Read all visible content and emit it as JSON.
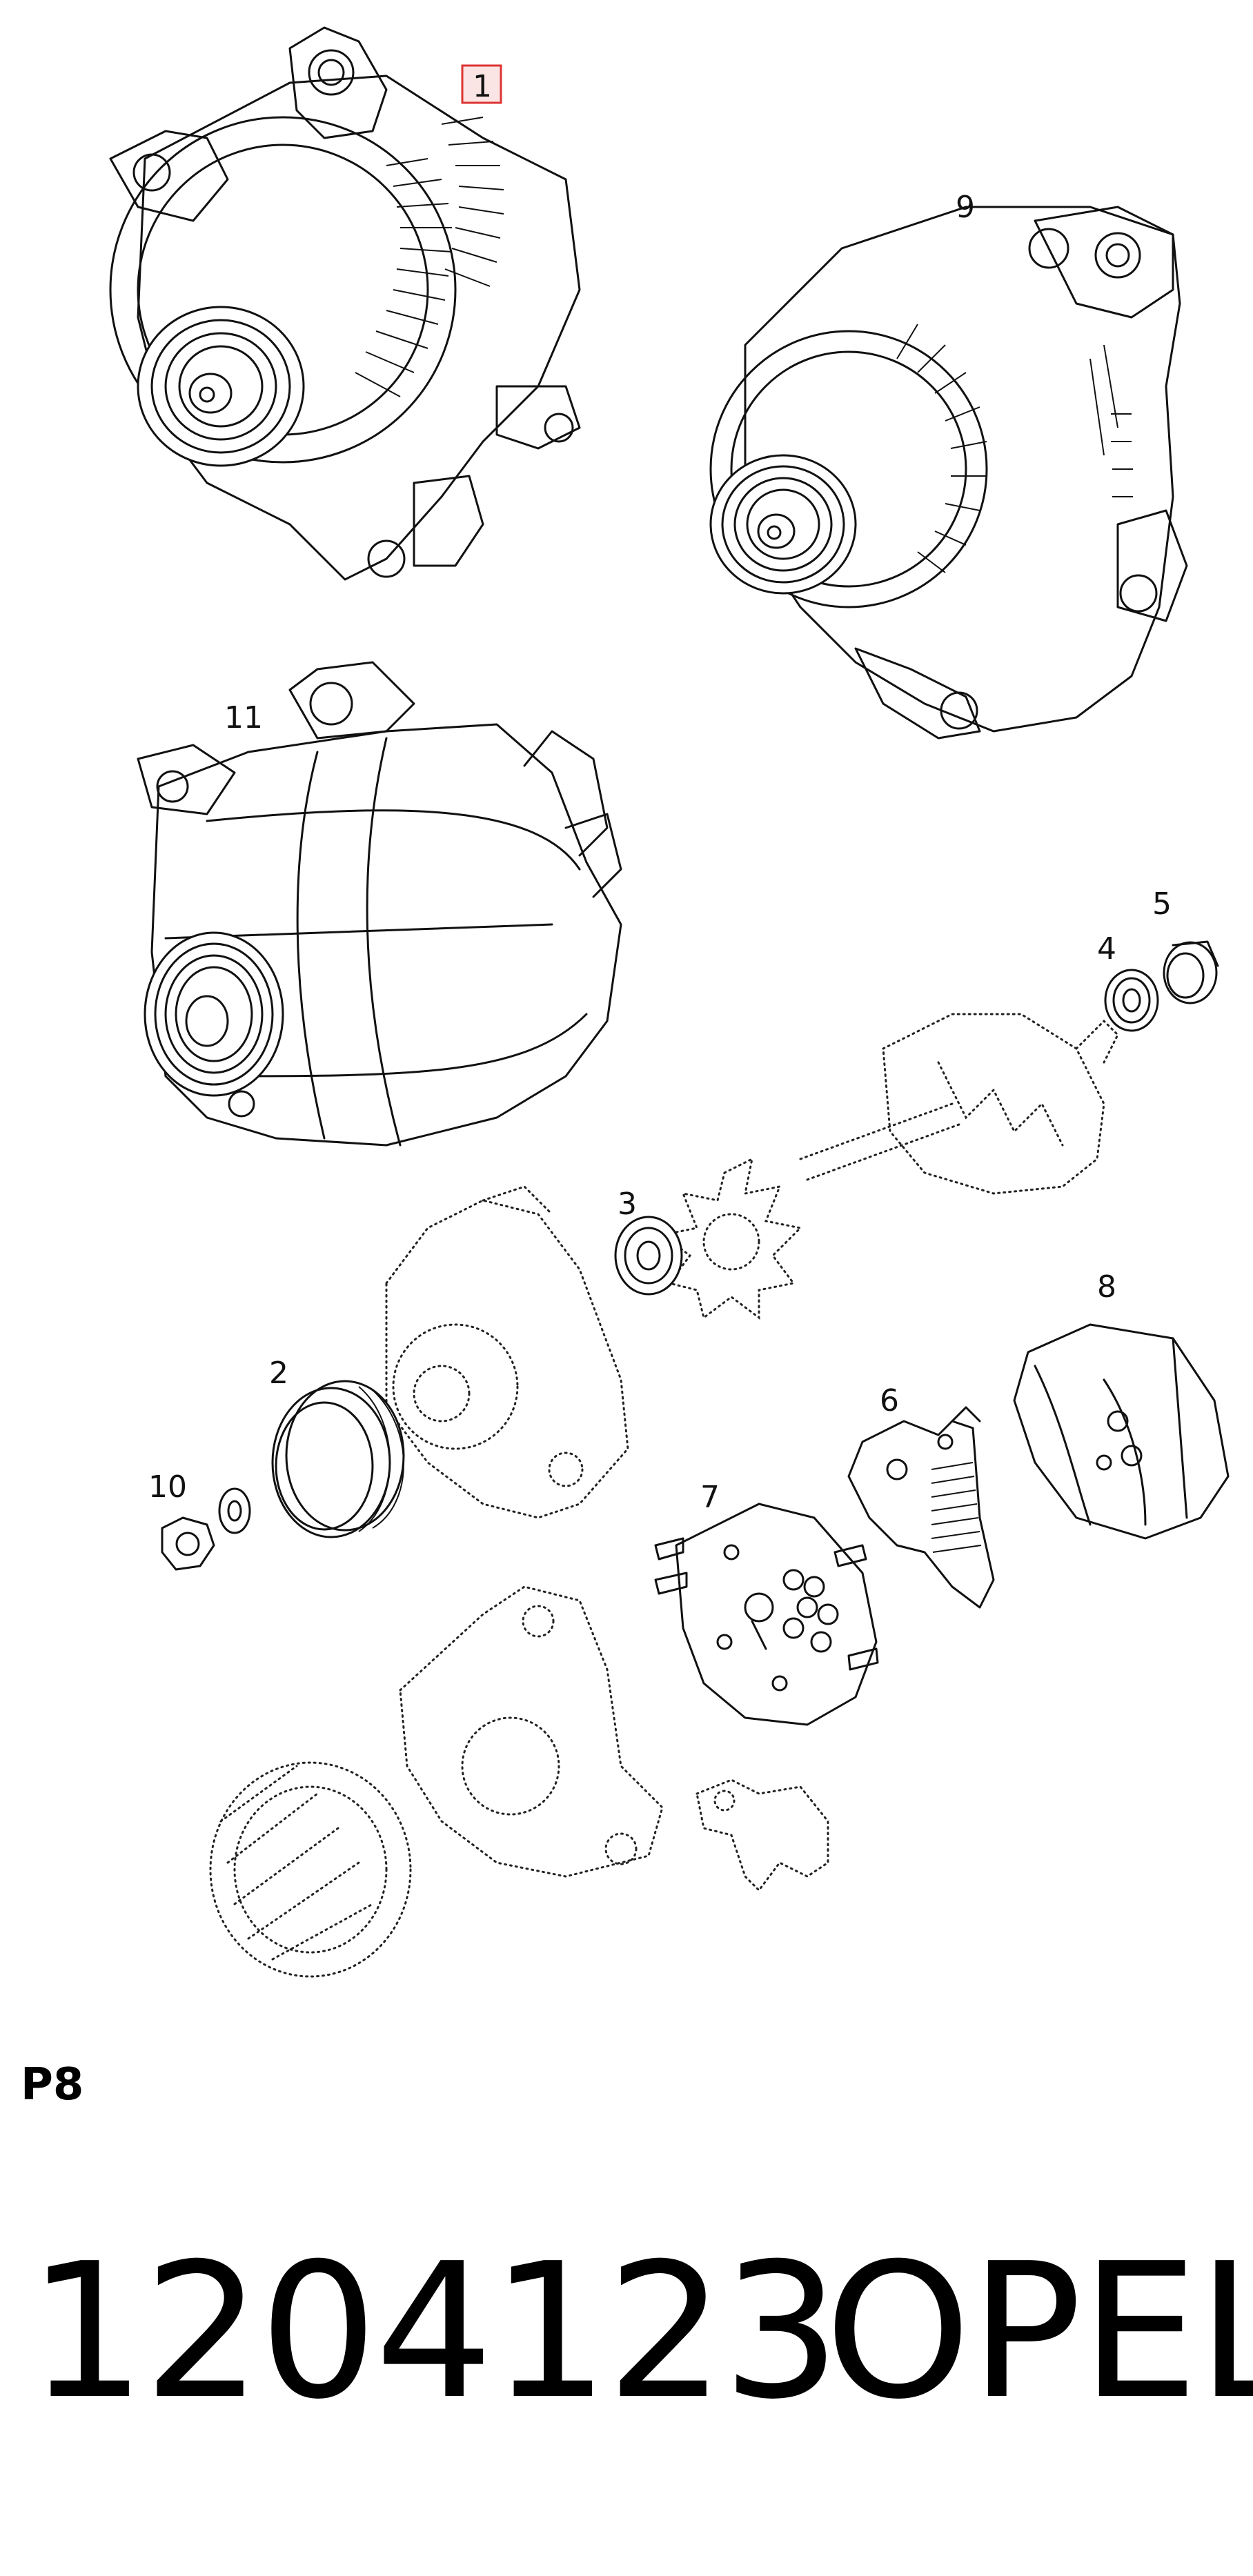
{
  "diagram": {
    "callouts": [
      "1",
      "9",
      "11",
      "5",
      "4",
      "3",
      "8",
      "2",
      "6",
      "10",
      "7"
    ]
  },
  "page_label": "P8",
  "footer": {
    "part_number": "1204123",
    "brand": "OPEL"
  },
  "colors": {
    "highlight_box": "#d33333",
    "line_art": "#111111"
  }
}
